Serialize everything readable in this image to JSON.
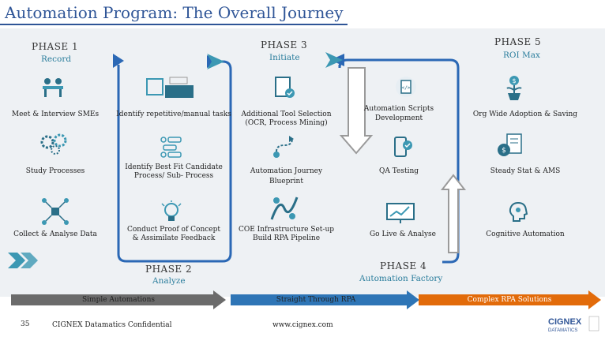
{
  "title": "Automation Program: The Overall Journey",
  "phases": {
    "p1": {
      "name": "PHASE 1",
      "sub": "Record"
    },
    "p2": {
      "name": "PHASE 2",
      "sub": "Analyze"
    },
    "p3": {
      "name": "PHASE 3",
      "sub": "Initiate"
    },
    "p4": {
      "name": "PHASE 4",
      "sub": "Automation Factory"
    },
    "p5": {
      "name": "PHASE 5",
      "sub": "ROI Max"
    }
  },
  "col1": [
    "Meet & Interview SMEs",
    "Study Processes",
    "Collect & Analyse Data"
  ],
  "col2": [
    "Identify repetitive/manual tasks",
    "Identify Best Fit Candidate",
    "Process/ Sub- Process",
    "Conduct Proof of Concept",
    "& Assimilate Feedback"
  ],
  "col3": [
    "Additional Tool Selection",
    "(OCR, Process Mining)",
    "Automation Journey",
    "Blueprint",
    "COE Infrastructure Set-up",
    "Build RPA Pipeline"
  ],
  "col4": [
    "Automation Scripts",
    "Development",
    "QA Testing",
    "Go Live & Analyse"
  ],
  "col5": [
    "Org Wide Adoption & Saving",
    "Steady Stat & AMS",
    "Cognitive Automation"
  ],
  "bars": {
    "simple": "Simple Automations",
    "stp": "Straight Through RPA",
    "complex": "Complex RPA Solutions"
  },
  "footer": {
    "page": "35",
    "confidential": "CIGNEX Datamatics Confidential",
    "url": "www.cignex.com",
    "logo": "CIGNEX",
    "logo_sub": "DATAMATICS"
  },
  "colors": {
    "title": "#2f5597",
    "path": "#2b68b5",
    "teal": "#3c98b3",
    "grey_bar": "#6b6b6b",
    "blue_bar": "#2e75b6",
    "orange_bar": "#e26b0a"
  },
  "icons": [
    "meeting-icon",
    "keyboard-icon",
    "document-check-icon",
    "code-document-icon",
    "money-plant-icon",
    "gears-icon",
    "process-flow-icon",
    "journey-icon",
    "mobile-check-icon",
    "dollar-gears-icon",
    "network-data-icon",
    "lightbulb-icon",
    "pipeline-icon",
    "presentation-icon",
    "ai-head-icon"
  ]
}
